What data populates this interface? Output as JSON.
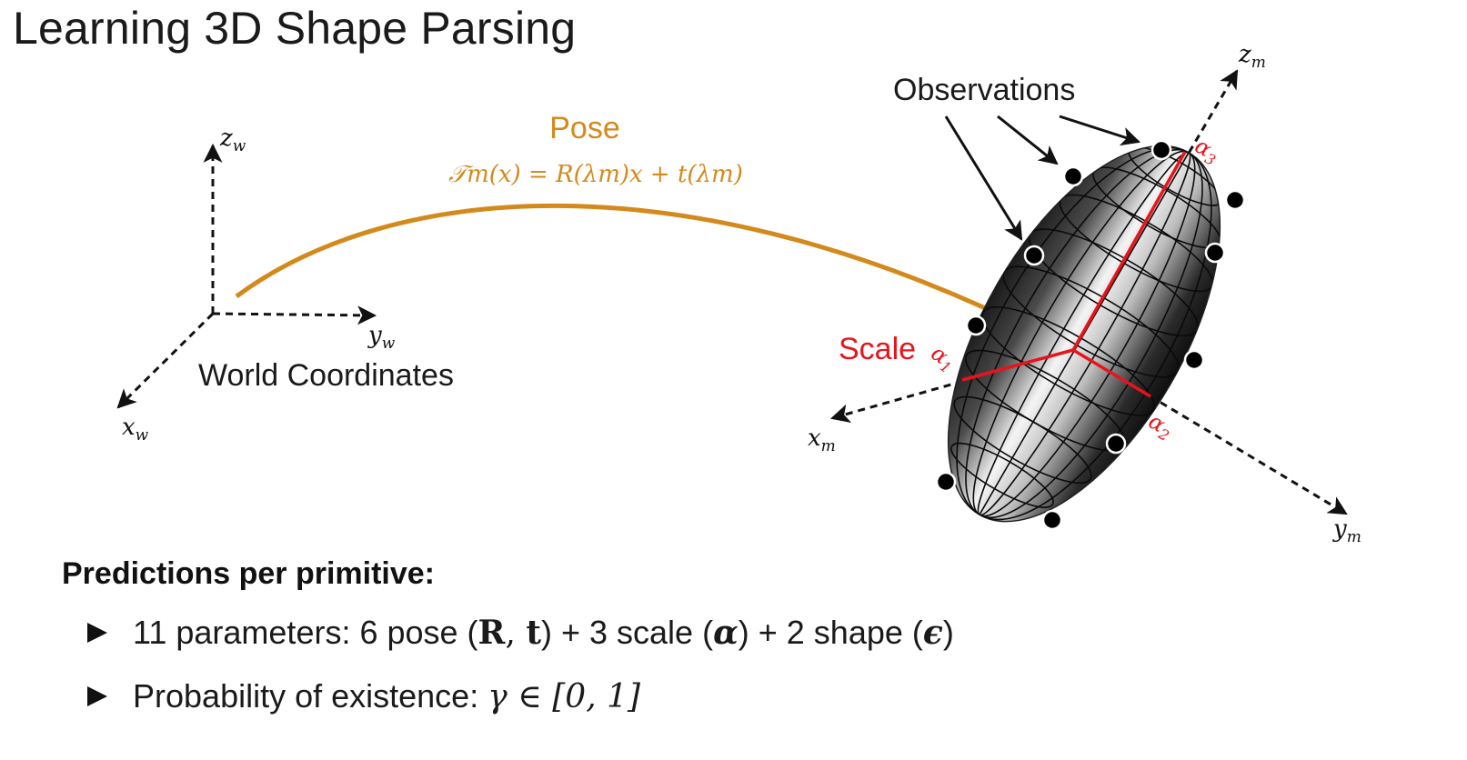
{
  "title": "Learning 3D Shape Parsing",
  "world_frame": {
    "caption": "World Coordinates",
    "axis_z": "z",
    "axis_z_sub": "w",
    "axis_y": "y",
    "axis_y_sub": "w",
    "axis_x": "x",
    "axis_x_sub": "w"
  },
  "pose": {
    "label": "Pose",
    "formula": "𝒯m(x) = R(λm)x + t(λm)",
    "color": "#d4891c"
  },
  "primitive_frame": {
    "axis_z": "z",
    "axis_z_sub": "m",
    "axis_x": "x",
    "axis_x_sub": "m",
    "axis_y": "y",
    "axis_y_sub": "m"
  },
  "observations": {
    "label": "Observations"
  },
  "scale": {
    "label": "Scale",
    "alpha1": "α",
    "alpha1_sub": "1",
    "alpha2": "α",
    "alpha2_sub": "2",
    "alpha3": "α",
    "alpha3_sub": "3",
    "color": "#e8141c"
  },
  "predictions": {
    "heading": "Predictions per primitive:",
    "bullet1": {
      "prefix": "11 parameters: 6 pose (",
      "R": "R",
      "comma": ", ",
      "t": "t",
      "mid1": ") + 3 scale (",
      "alpha": "α",
      "mid2": ") + 2 shape (",
      "epsilon": "ϵ",
      "suffix": ")"
    },
    "bullet2": {
      "prefix": "Probability of existence: ",
      "formula": "γ ∈ [0, 1]"
    }
  }
}
